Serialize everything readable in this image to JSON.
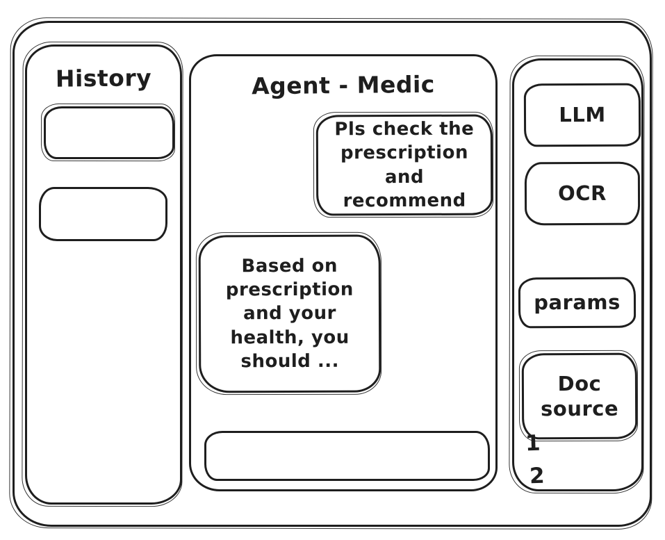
{
  "history_panel": {
    "title": "History",
    "items": [
      {
        "label": ""
      },
      {
        "label": ""
      }
    ]
  },
  "chat_panel": {
    "title": "Agent - Medic",
    "messages": [
      {
        "role": "user",
        "text": "Pls check the prescription and recommend"
      },
      {
        "role": "assistant",
        "text": "Based on prescription and your health, you should ..."
      }
    ],
    "input": {
      "value": ""
    }
  },
  "tools_panel": {
    "buttons": [
      {
        "label": "LLM"
      },
      {
        "label": "OCR"
      },
      {
        "label": "params"
      },
      {
        "label": "Doc source"
      }
    ],
    "annotations": [
      {
        "label": "1"
      },
      {
        "label": "2"
      }
    ]
  },
  "colors": {
    "ink": "#1e1e1e",
    "background": "#ffffff"
  }
}
